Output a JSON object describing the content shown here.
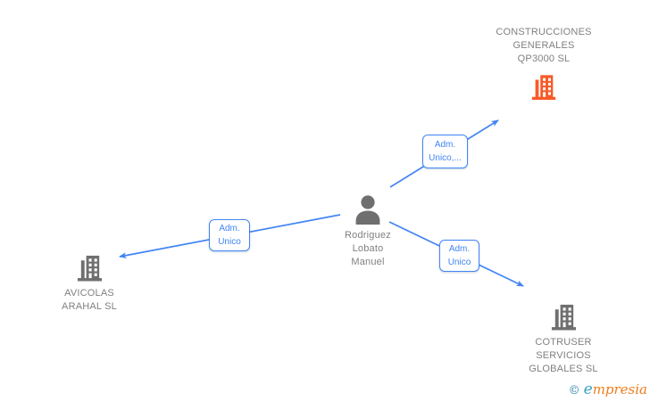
{
  "colors": {
    "edge_blue": "#4285f4",
    "node_gray": "#6f6f6f",
    "node_orange": "#f95a28",
    "text_gray": "#808080",
    "brand_teal": "#39a3c6",
    "brand_orange": "#ef7d1c"
  },
  "nodes": {
    "person": {
      "type": "person",
      "lines": [
        "Rodriguez",
        "Lobato",
        "Manuel"
      ]
    },
    "construcciones": {
      "type": "company",
      "lines": [
        "CONSTRUCCIONES",
        "GENERALES",
        "QP3000  SL"
      ]
    },
    "avicolas": {
      "type": "company",
      "lines": [
        "AVICOLAS",
        "ARAHAL  SL"
      ]
    },
    "cotruser": {
      "type": "company",
      "lines": [
        "COTRUSER",
        "SERVICIOS",
        "GLOBALES  SL"
      ]
    }
  },
  "edges": [
    {
      "from": "Rodriguez Lobato Manuel",
      "to": "CONSTRUCCIONES GENERALES QP3000 SL",
      "label_lines": [
        "Adm.",
        "Unico,..."
      ]
    },
    {
      "from": "Rodriguez Lobato Manuel",
      "to": "AVICOLAS ARAHAL SL",
      "label_lines": [
        "Adm.",
        "Unico"
      ]
    },
    {
      "from": "Rodriguez Lobato Manuel",
      "to": "COTRUSER SERVICIOS GLOBALES SL",
      "label_lines": [
        "Adm.",
        "Unico"
      ]
    }
  ],
  "footer": {
    "copyright": "©",
    "brand_initial": "e",
    "brand_rest": "mpresia"
  }
}
